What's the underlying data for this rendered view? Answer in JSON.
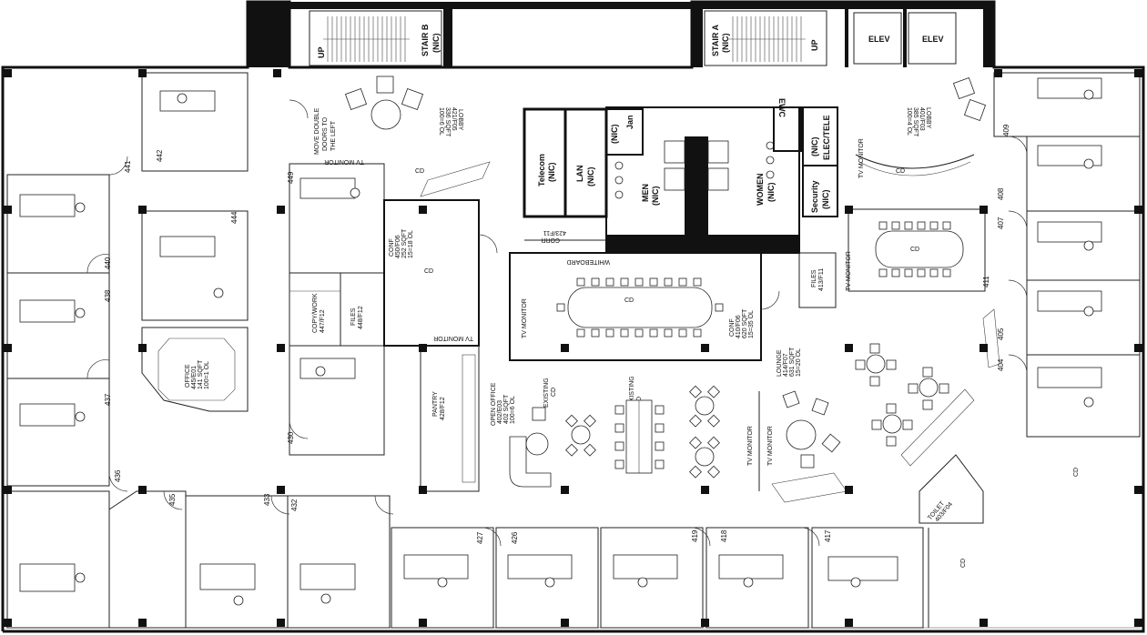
{
  "cores": {
    "stair_b": "STAIR B",
    "stair_b_nic": "(NIC)",
    "stair_a": "STAIR A",
    "stair_a_nic": "(NIC)",
    "up": "UP",
    "elev": "ELEV",
    "telecom": "Telecom",
    "lan": "LAN",
    "nic": "(NIC)",
    "jan": "Jan",
    "men": "MEN",
    "women": "WOMEN",
    "ewc": "EWC",
    "elec_tele": "ELEC/TELE",
    "security": "Security",
    "corr": "CORR",
    "corr_num": "423/F11"
  },
  "notes": {
    "move_doors_1": "MOVE DOUBLE",
    "move_doors_2": "DOORS TO",
    "move_doors_3": "THE LEFT",
    "tv_monitor": "TV MONITOR",
    "whiteboard": "WHITEBOARD",
    "existing": "EXISTING",
    "cd": "CD"
  },
  "rooms": {
    "lobby_left": [
      "LOBBY",
      "421/F05",
      "336 SQFT",
      "100=6 OL"
    ],
    "lobby_right": [
      "LOBBY",
      "401/F03",
      "385 SQFT",
      "100=4 OL"
    ],
    "conf_450": [
      "CONF",
      "450/F06",
      "252 SQFT",
      "15=18 OL"
    ],
    "conf_410": [
      "CONF",
      "410/F06",
      "620 SQFT",
      "15=35 OL"
    ],
    "copy_work": [
      "COPY/WORK",
      "447/F12"
    ],
    "files_448": [
      "FILES",
      "448/F12"
    ],
    "files_413": [
      "FILES",
      "413/F11"
    ],
    "office_445": [
      "OFFICE",
      "445/E01",
      "141 SQFT",
      "100=1 OL"
    ],
    "pantry": [
      "PANTRY",
      "428/F12"
    ],
    "open_office": [
      "OPEN OFFICE",
      "402/E03",
      "402 SQFT",
      "100=6 OL"
    ],
    "lounge": [
      "LOUNGE",
      "414/F07",
      "631 SQFT",
      "15=20 OL"
    ],
    "toilet": [
      "TOILET",
      "403/F04"
    ]
  },
  "room_numbers": [
    "441",
    "442",
    "444",
    "449",
    "440",
    "438",
    "437",
    "436",
    "435",
    "433",
    "432",
    "430",
    "427",
    "426",
    "419",
    "418",
    "417",
    "409",
    "408",
    "407",
    "405",
    "404",
    "411"
  ]
}
